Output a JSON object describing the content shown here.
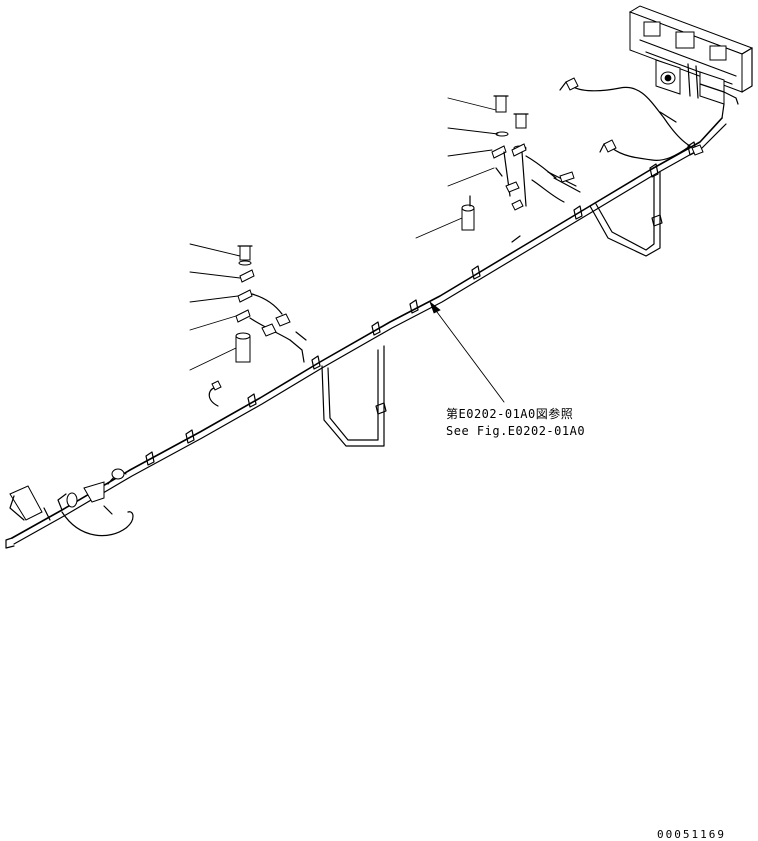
{
  "diagram": {
    "reference_label_jp": "第E0202-01A0図参照",
    "reference_label_en": "See Fig.E0202-01A0",
    "drawing_number": "00051169",
    "line_color": "#000000",
    "background_color": "#ffffff"
  }
}
